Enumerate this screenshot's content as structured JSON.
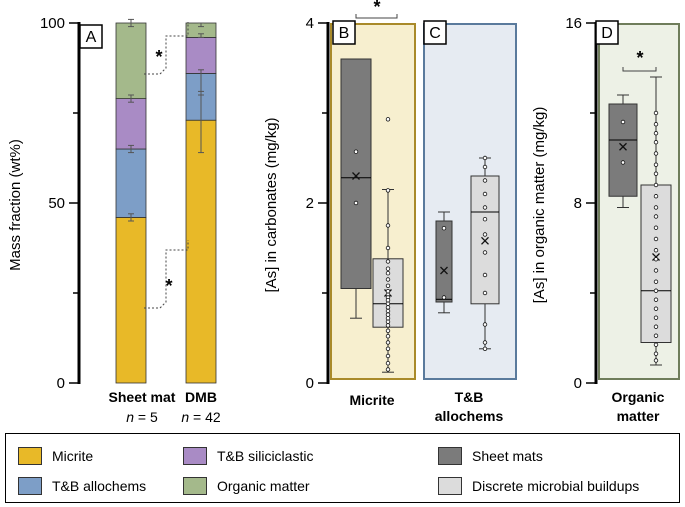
{
  "chart_data": [
    {
      "type": "stacked-bar",
      "panel": "A",
      "ylabel": "Mass fraction (wt%)",
      "ylim": [
        0,
        100
      ],
      "yticks": [
        0,
        50,
        100
      ],
      "categories": [
        "Sheet mat",
        "DMB"
      ],
      "n_labels": [
        {
          "n": "n",
          "eq": " = 5"
        },
        {
          "n": "n",
          "eq": " = 42"
        }
      ],
      "series": [
        {
          "name": "Micrite",
          "color": "#e8b928",
          "values": [
            46,
            73
          ]
        },
        {
          "name": "T&B allochems",
          "color": "#7d9ec7",
          "values": [
            19,
            13
          ]
        },
        {
          "name": "T&B siliciclastic",
          "color": "#a98bc5",
          "values": [
            14,
            10
          ]
        },
        {
          "name": "Organic matter",
          "color": "#a4b98b",
          "values": [
            21,
            4
          ]
        }
      ],
      "error_bars": [
        [
          [
            45,
            47
          ],
          [
            64,
            66
          ],
          [
            78,
            80
          ],
          [
            99,
            101
          ]
        ],
        [
          [
            64,
            81
          ],
          [
            80,
            87
          ],
          [
            96,
            97
          ],
          [
            99,
            100
          ]
        ]
      ],
      "significance": [
        "*",
        "*"
      ]
    },
    {
      "type": "box",
      "panels": [
        "B",
        "C"
      ],
      "ylabel": "[As] in carbonates (mg/kg)",
      "ylim": [
        0,
        4
      ],
      "yticks": [
        0,
        2,
        4
      ],
      "categories": [
        "Micrite",
        "T&B allochems"
      ],
      "category_lines": [
        [
          "Micrite"
        ],
        [
          "T&B",
          "allochems"
        ]
      ],
      "boxes": [
        {
          "group": "Micrite",
          "series": "Sheet mats",
          "whisker_low": 0.72,
          "q1": 1.05,
          "median": 2.28,
          "q3": 3.6,
          "whisker_high": 3.6,
          "mean": 2.3,
          "points": [
            2.57,
            2.0
          ]
        },
        {
          "group": "Micrite",
          "series": "Discrete microbial buildups",
          "whisker_low": 0.12,
          "q1": 0.62,
          "median": 0.88,
          "q3": 1.38,
          "whisker_high": 2.15,
          "mean": 1.0,
          "points": [
            2.93,
            2.14,
            1.75,
            1.5,
            1.35,
            1.27,
            1.22,
            1.15,
            1.08,
            1.02,
            0.98,
            0.95,
            0.92,
            0.88,
            0.84,
            0.8,
            0.76,
            0.72,
            0.68,
            0.64,
            0.58,
            0.52,
            0.45,
            0.38,
            0.3,
            0.22,
            0.15
          ]
        },
        {
          "group": "T&B allochems",
          "series": "Sheet mats",
          "whisker_low": 0.78,
          "q1": 0.9,
          "median": 0.93,
          "q3": 1.8,
          "whisker_high": 1.9,
          "mean": 1.25,
          "points": [
            1.72,
            0.95
          ]
        },
        {
          "group": "T&B allochems",
          "series": "Discrete microbial buildups",
          "whisker_low": 0.38,
          "q1": 0.88,
          "median": 1.9,
          "q3": 2.3,
          "whisker_high": 2.5,
          "mean": 1.58,
          "points": [
            2.5,
            2.4,
            2.25,
            2.1,
            1.95,
            1.82,
            1.65,
            1.45,
            1.2,
            1.0,
            0.65,
            0.45,
            0.38
          ]
        }
      ],
      "significance": [
        "*"
      ]
    },
    {
      "type": "box",
      "panels": [
        "D"
      ],
      "ylabel": "[As] in organic matter (mg/kg)",
      "ylim": [
        0,
        16
      ],
      "yticks": [
        0,
        8,
        16
      ],
      "categories": [
        "Organic matter"
      ],
      "category_lines": [
        [
          "Organic",
          "matter"
        ]
      ],
      "boxes": [
        {
          "group": "Organic matter",
          "series": "Sheet mats",
          "whisker_low": 7.8,
          "q1": 8.3,
          "median": 10.8,
          "q3": 12.4,
          "whisker_high": 12.8,
          "mean": 10.5,
          "points": [
            11.6,
            9.8
          ]
        },
        {
          "group": "Organic matter",
          "series": "Discrete microbial buildups",
          "whisker_low": 0.8,
          "q1": 1.8,
          "median": 4.1,
          "q3": 8.8,
          "whisker_high": 13.6,
          "mean": 5.6,
          "points": [
            12.0,
            11.5,
            11.1,
            10.7,
            10.2,
            9.7,
            9.3,
            8.8,
            8.3,
            7.8,
            7.4,
            6.9,
            6.4,
            5.9,
            5.5,
            5.0,
            4.5,
            4.1,
            3.7,
            3.3,
            2.9,
            2.5,
            2.1,
            1.7,
            1.3,
            1.0
          ]
        }
      ],
      "significance": [
        "*"
      ]
    }
  ],
  "panel_letters": [
    "A",
    "B",
    "C",
    "D"
  ],
  "legend": [
    {
      "label": "Micrite",
      "color": "#e8b928"
    },
    {
      "label": "T&B siliciclastic",
      "color": "#a98bc5"
    },
    {
      "label": "Sheet mats",
      "color": "#7b7b7b"
    },
    {
      "label": "T&B allochems",
      "color": "#7d9ec7"
    },
    {
      "label": "Organic matter",
      "color": "#a4b98b"
    },
    {
      "label": "Discrete microbial buildups",
      "color": "#dcdcdc"
    }
  ],
  "panel_backgrounds": {
    "B": "#f7efcf",
    "C": "#e6ebf2",
    "D": "#edf1e6"
  },
  "panel_borders": {
    "B": "#a98a2a",
    "C": "#5a7a9c",
    "D": "#6f7d5b"
  },
  "box_colors": {
    "Sheet mats": "#7b7b7b",
    "Discrete microbial buildups": "#dcdcdc"
  }
}
